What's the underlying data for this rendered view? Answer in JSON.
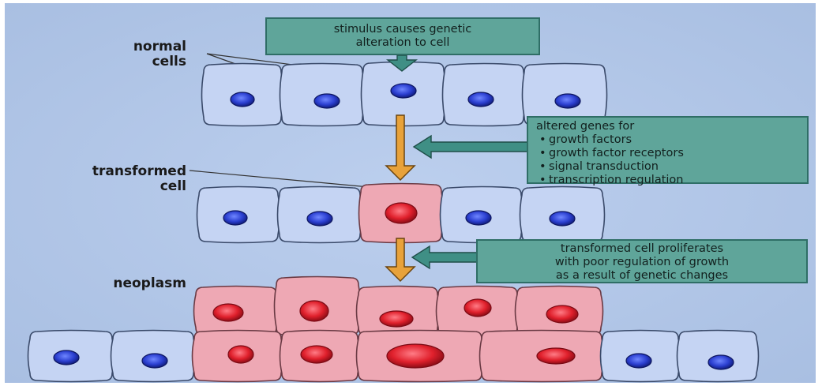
{
  "labels": {
    "normal": "normal\ncells",
    "transformed": "transformed\ncell",
    "neoplasm": "neoplasm"
  },
  "notes": {
    "stimulus": [
      "stimulus causes genetic",
      "alteration to cell"
    ],
    "altered_genes": {
      "heading": "altered genes for",
      "items": [
        "growth factors",
        "growth factor receptors",
        "signal transduction",
        "transcription regulation"
      ]
    },
    "proliferates": [
      "transformed cell proliferates",
      "with poor regulation of growth",
      "as a result of genetic changes"
    ]
  },
  "colors": {
    "background": "#b4c8e8",
    "normal_cell_fill": "#c5d4f3",
    "normal_cell_stroke": "#3a4a6a",
    "normal_nucleus": "#2b3fd0",
    "abnormal_cell_fill": "#eea8b4",
    "abnormal_cell_stroke": "#6a3a44",
    "abnormal_nucleus": "#e0202c",
    "note_fill": "#5fa59a",
    "note_stroke": "#2f6e66",
    "orange_arrow": "#e8a23a",
    "teal_arrow": "#3f8f85"
  }
}
